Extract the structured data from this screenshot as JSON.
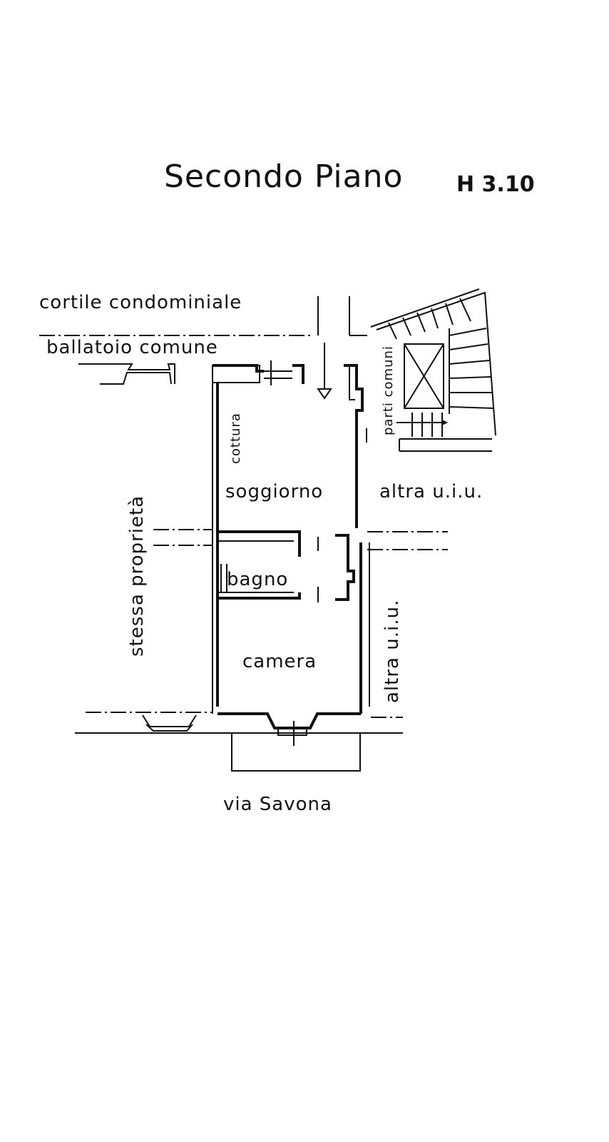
{
  "title": "Secondo Piano",
  "height_label": "H 3.10",
  "labels": {
    "courtyard": "cortile condominiale",
    "balcony": "ballatoio comune",
    "same_property": "stessa proprietà",
    "common_parts": "parti comuni",
    "cooking": "cottura",
    "living_room": "soggiorno",
    "other_unit_right": "altra u.i.u.",
    "bathroom": "bagno",
    "other_unit_bottom": "altra u.i.u.",
    "bedroom": "camera",
    "street": "via Savona"
  }
}
